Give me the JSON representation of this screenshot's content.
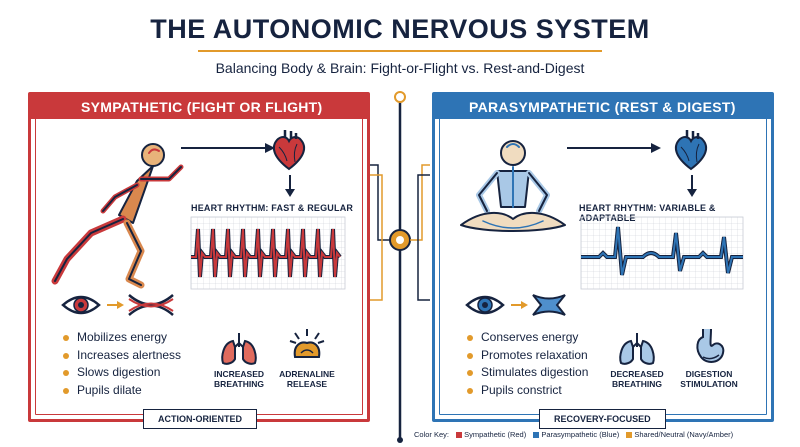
{
  "title": "THE AUTONOMIC NERVOUS SYSTEM",
  "subtitle": "Balancing Body & Brain: Fight-or-Flight vs. Rest-and-Digest",
  "sympathetic": {
    "header": "SYMPATHETIC (FIGHT OR FLIGHT)",
    "rhythm_label": "HEART RHYTHM: FAST & REGULAR",
    "bullets": [
      "Mobilizes energy",
      "Increases alertness",
      "Slows digestion",
      "Pupils dilate"
    ],
    "icon1_label_line1": "INCREASED",
    "icon1_label_line2": "BREATHING",
    "icon2_label_line1": "ADRENALINE",
    "icon2_label_line2": "RELEASE",
    "footer": "ACTION-ORIENTED",
    "color": "#c9393b"
  },
  "parasympathetic": {
    "header": "PARASYMPATHETIC (REST & DIGEST)",
    "rhythm_label": "HEART RHYTHM: VARIABLE & ADAPTABLE",
    "bullets": [
      "Conserves energy",
      "Promotes relaxation",
      "Stimulates digestion",
      "Pupils constrict"
    ],
    "icon1_label_line1": "DECREASED",
    "icon1_label_line2": "BREATHING",
    "icon2_label_line1": "DIGESTION",
    "icon2_label_line2": "STIMULATION",
    "footer": "RECOVERY-FOCUSED",
    "color": "#2e74b5"
  },
  "color_key": {
    "label": "Color Key:",
    "sympathetic": "Sympathetic (Red)",
    "parasympathetic": "Parasympathetic (Blue)",
    "shared": "Shared/Neutral (Navy/Amber)"
  },
  "colors": {
    "navy": "#16233f",
    "amber": "#e29a2b",
    "red": "#c9393b",
    "blue": "#2e74b5"
  },
  "icons": [
    "running-figure-icon",
    "heart-icon",
    "meditating-figure-icon",
    "eye-icon",
    "dilated-pupil-icon",
    "constricted-pupil-icon",
    "lungs-icon",
    "adrenal-gland-icon",
    "stomach-icon",
    "arrow-icon"
  ]
}
